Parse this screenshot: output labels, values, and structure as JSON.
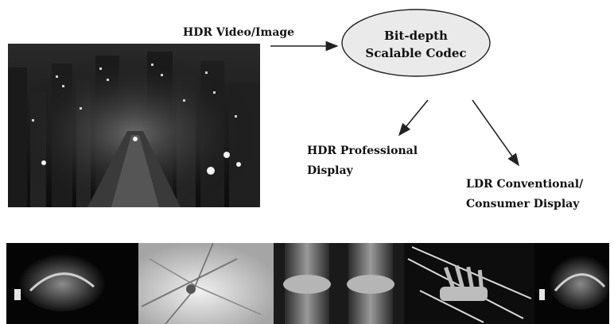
{
  "diagram": {
    "input_label": "HDR Video/Image",
    "codec": {
      "line1": "Bit-depth",
      "line2": "Scalable Codec"
    },
    "outputs": {
      "professional": {
        "line1": "HDR Professional",
        "line2": "Display"
      },
      "consumer": {
        "line1": "LDR Conventional/",
        "line2": "Consumer Display"
      }
    }
  },
  "colors": {
    "ellipse_fill": "#eaeaea",
    "ellipse_stroke": "#222222",
    "arrow": "#222222",
    "text": "#111111"
  },
  "photos": {
    "city": "night-city-hdr-photo",
    "strip": [
      "ultrasound-image",
      "eye-retina-image",
      "knee-xray-image",
      "knee-xray-image",
      "hand-xray-film-image",
      "ultrasound-image"
    ]
  }
}
